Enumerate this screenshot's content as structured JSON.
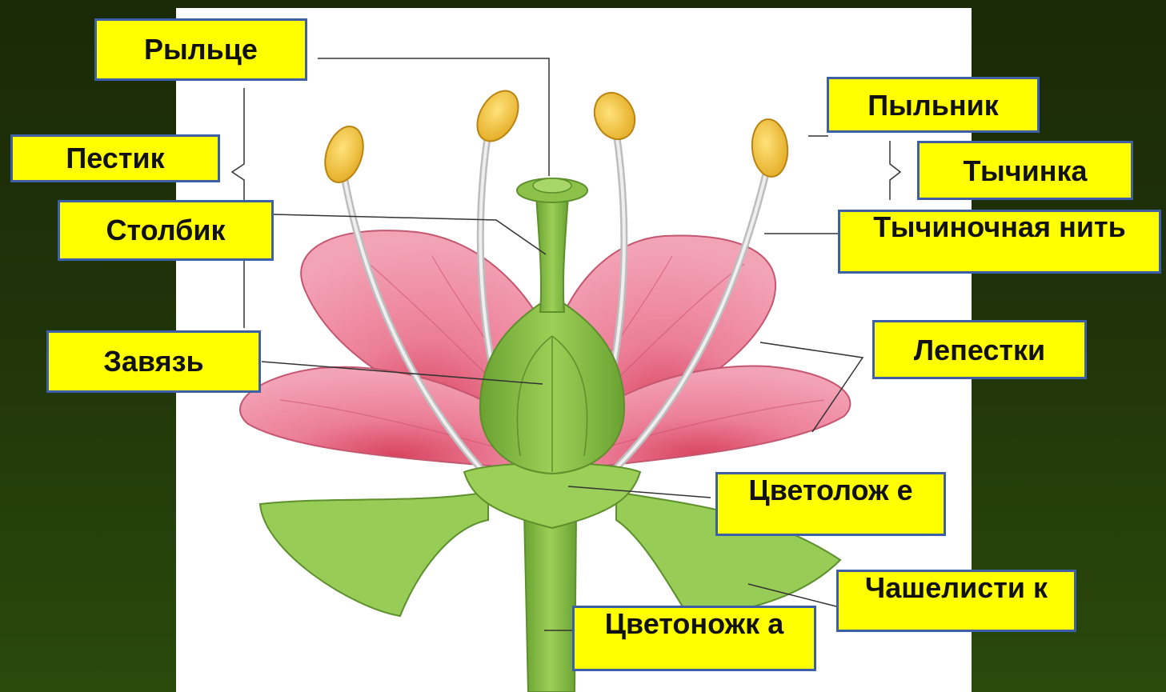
{
  "labels": {
    "stigma": "Рыльце",
    "pistil": "Пестик",
    "style": "Столбик",
    "ovary": "Завязь",
    "anther": "Пыльник",
    "stamen": "Тычинка",
    "filament": "Тычиночная нить",
    "petals": "Лепестки",
    "receptacle": "Цветолож е",
    "sepal": "Чашелисти к",
    "pedicel": "Цветоножк а"
  },
  "colors": {
    "background": "#1f3208",
    "label_fill": "#ffff00",
    "label_border": "#3d5fa8",
    "petal": "#ee8aa2",
    "petal_dark": "#d2506e",
    "green": "#8cc24a",
    "green_dark": "#5d8f2c",
    "anther": "#f2c434",
    "filament": "#d8d8d8"
  }
}
